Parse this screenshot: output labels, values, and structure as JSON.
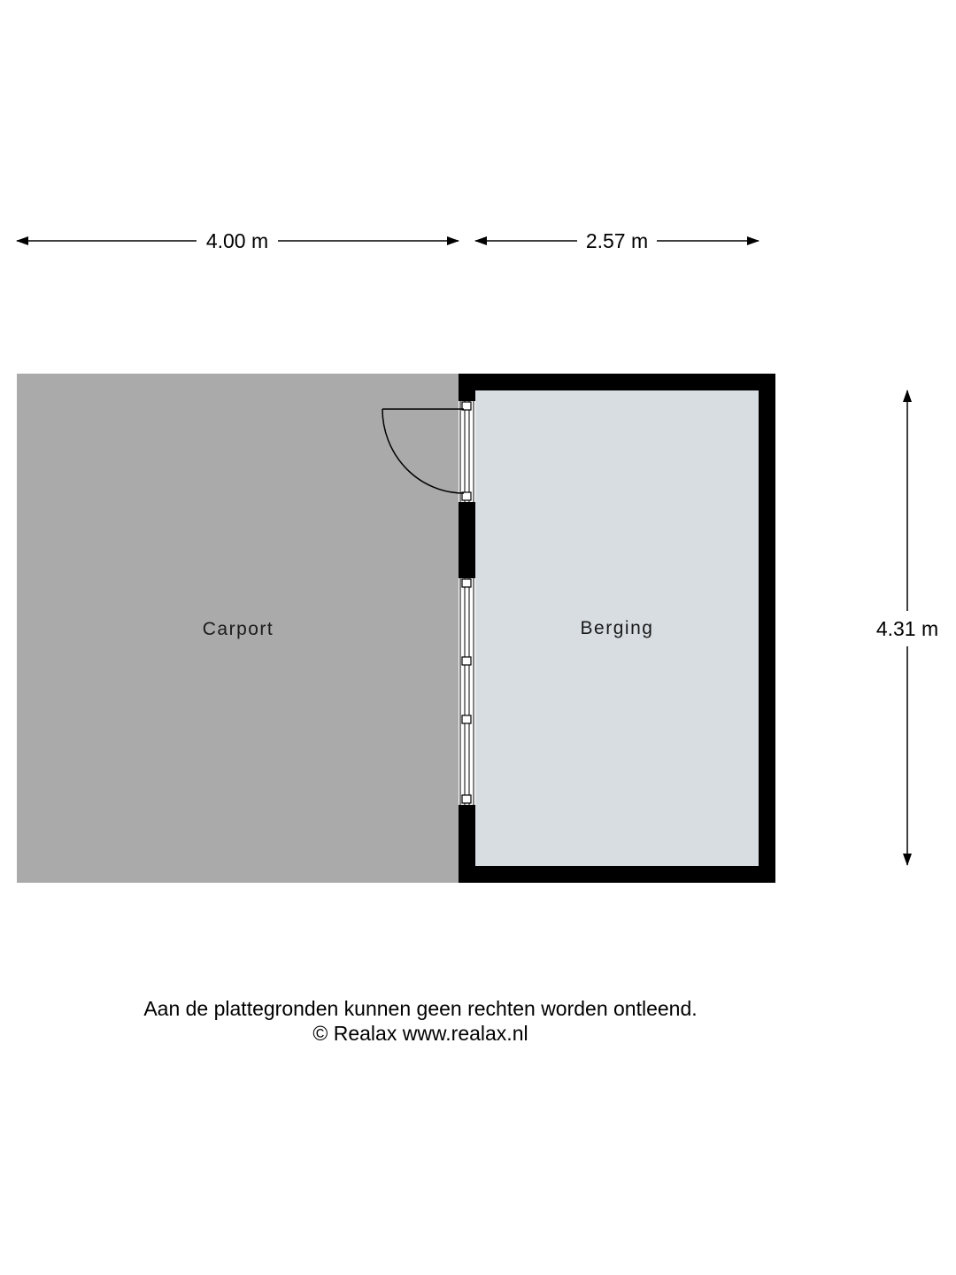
{
  "dimensions": {
    "carport_width": "4.00 m",
    "berging_width": "2.57 m",
    "depth": "4.31 m"
  },
  "rooms": {
    "carport": "Carport",
    "berging": "Berging"
  },
  "footer": {
    "disclaimer": "Aan de plattegronden kunnen geen rechten worden ontleend.",
    "copyright": "© Realax www.realax.nl"
  },
  "colors": {
    "carport_fill": "#aaaaaa",
    "berging_fill": "#d8dde2",
    "wall": "#000000"
  },
  "icons": {
    "door": "door-swing-icon",
    "arrow": "dimension-arrow-icon"
  }
}
